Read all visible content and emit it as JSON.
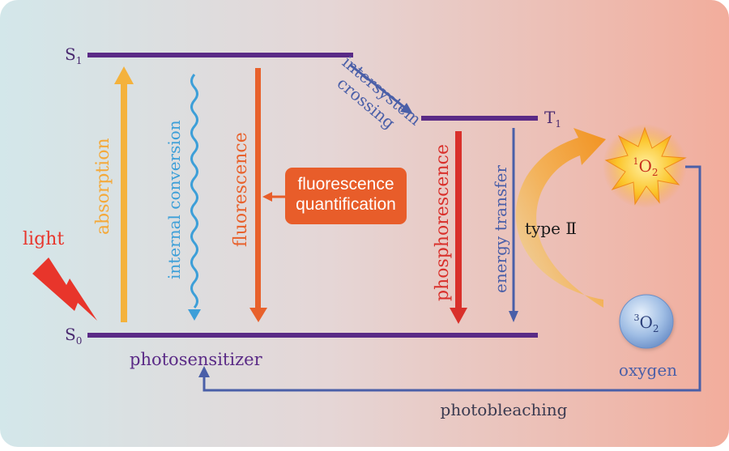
{
  "levels": {
    "s1": {
      "main": "S",
      "sub": "1"
    },
    "s0": {
      "main": "S",
      "sub": "0"
    },
    "t1": {
      "main": "T",
      "sub": "1"
    }
  },
  "processes": {
    "absorption": "absorption",
    "internal_conversion": "internal conversion",
    "fluorescence": "fluorescence",
    "intersystem_line1": "intersystem",
    "intersystem_line2": "crossing",
    "phosphorescence": "phosphorescence",
    "energy_transfer": "energy transfer",
    "type2": "type Ⅱ",
    "photobleaching": "photobleaching"
  },
  "labels": {
    "light": "light",
    "photosensitizer": "photosensitizer",
    "oxygen": "oxygen",
    "fluorescence_quantification_line1": "fluorescence",
    "fluorescence_quantification_line2": "quantification"
  },
  "molecules": {
    "singlet_oxygen": {
      "sup": "1",
      "main": "O",
      "sub": "2"
    },
    "triplet_oxygen": {
      "sup": "3",
      "main": "O",
      "sub": "2"
    }
  },
  "colors": {
    "level_line": "#5a2a86",
    "absorption": "#f4b23c",
    "internal_conversion": "#3d9fd8",
    "fluorescence": "#e8612c",
    "intersystem": "#4a5fa8",
    "phosphorescence": "#d9302b",
    "energy_transfer": "#4a5fa8",
    "type2_arrow": "#f49a2b",
    "light": "#e8352b",
    "photobleaching": "#4a5fa8",
    "quant_box": "#e85d2a",
    "singlet_oxygen": "#f7b51a",
    "triplet_oxygen": "#7fa6d9"
  }
}
